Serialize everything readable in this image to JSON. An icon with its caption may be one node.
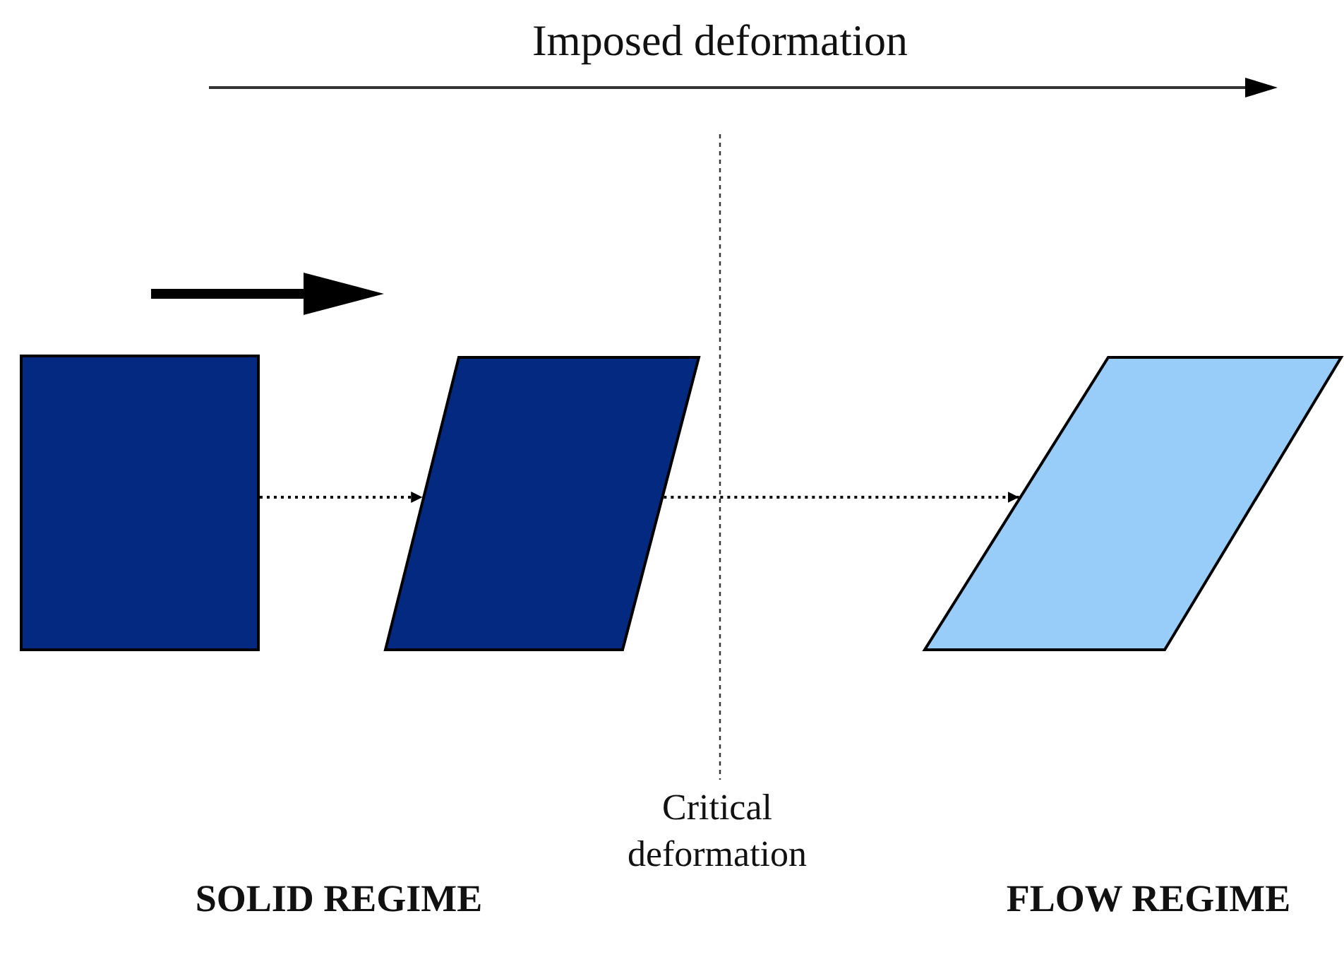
{
  "diagram": {
    "nodes": [
      {
        "text": [],
        "shape": "box"
      },
      {
        "text": [],
        "shape": "parallelogram"
      },
      {
        "text": [],
        "shape": "parallelogram"
      }
    ],
    "edges": [
      {
        "from": 0,
        "to": 1,
        "arrow": "to",
        "style": "dashed"
      },
      {
        "from": 1,
        "to": 2,
        "arrow": "to",
        "style": "dashed"
      }
    ],
    "labels": [
      "Imposed deformation",
      "Critical deformation",
      "SOLID REGIME",
      "FLOW REGIME"
    ]
  }
}
